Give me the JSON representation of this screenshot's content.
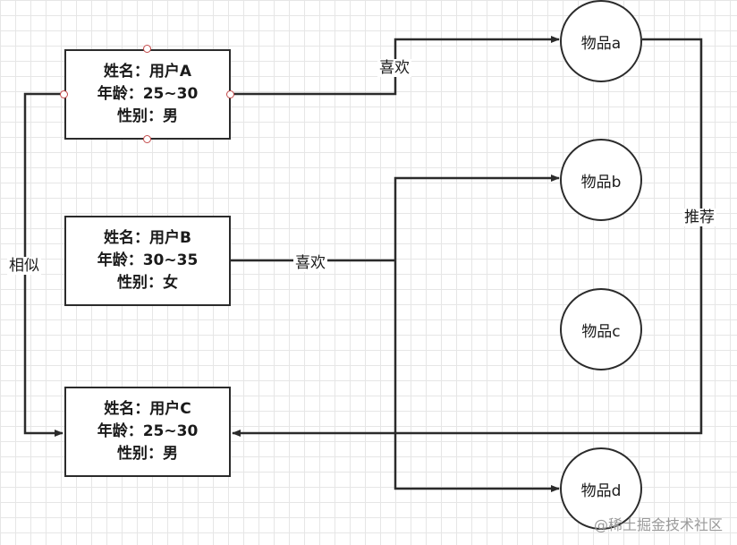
{
  "users": [
    {
      "name_line": "姓名：用户A",
      "age_line": "年龄：25~30",
      "gender_line": "性别：男"
    },
    {
      "name_line": "姓名：用户B",
      "age_line": "年龄：30~35",
      "gender_line": "性别：女"
    },
    {
      "name_line": "姓名：用户C",
      "age_line": "年龄：25~30",
      "gender_line": "性别：男"
    }
  ],
  "items": [
    {
      "label": "物品a"
    },
    {
      "label": "物品b"
    },
    {
      "label": "物品c"
    },
    {
      "label": "物品d"
    }
  ],
  "edge_labels": {
    "like_a": "喜欢",
    "like_b": "喜欢",
    "similar": "相似",
    "recommend": "推荐"
  },
  "watermark": "@稀土掘金技术社区"
}
